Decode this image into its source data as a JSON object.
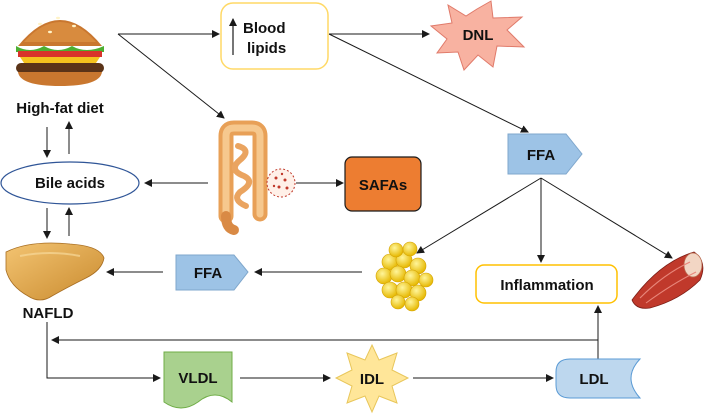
{
  "nodes": {
    "high_fat_diet": "High-fat diet",
    "blood_lipids_line1": "Blood",
    "blood_lipids_line2": "lipids",
    "dnl": "DNL",
    "ffa_right": "FFA",
    "bile_acids": "Bile acids",
    "safas": "SAFAs",
    "ffa_left": "FFA",
    "inflammation": "Inflammation",
    "nafld": "NAFLD",
    "vldl": "VLDL",
    "idl": "IDL",
    "ldl": "LDL"
  },
  "colors": {
    "ffa_fill": "#9dc3e6",
    "safas_fill": "#ed7d31",
    "dnl_fill": "#f8b2a1",
    "vldl_fill": "#a9d18e",
    "idl_fill": "#ffe699",
    "ldl_fill": "#bdd7ee",
    "blood_lipids_border": "#ffd966",
    "inflammation_border": "#ffc000",
    "bile_acids_border": "#2f5597"
  },
  "icons": {
    "burger": "burger-icon",
    "intestine": "intestine-icon",
    "microbe": "microbe-icon",
    "fat_cells": "fat-cells-icon",
    "liver": "liver-icon",
    "muscle": "muscle-icon"
  }
}
